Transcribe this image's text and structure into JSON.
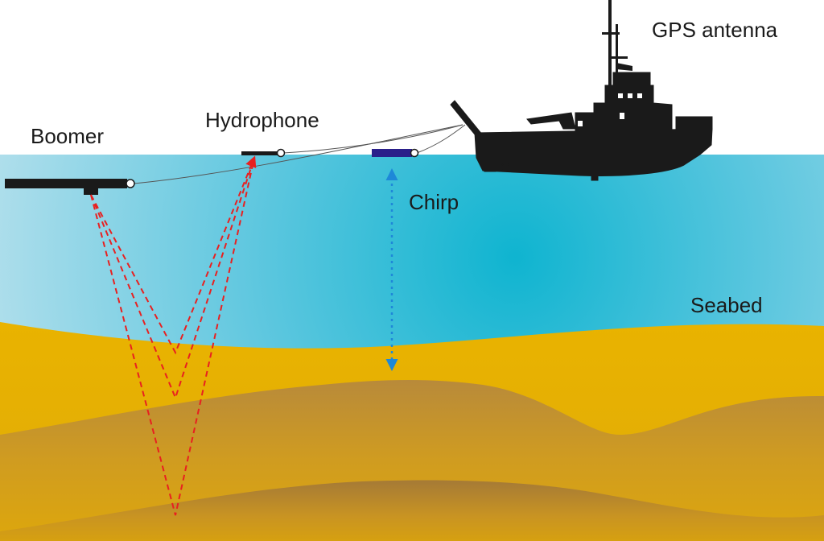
{
  "labels": {
    "boomer": "Boomer",
    "hydrophone": "Hydrophone",
    "gps_antenna": "GPS antenna",
    "chirp": "Chirp",
    "seabed": "Seabed"
  },
  "colors": {
    "sky": "#ffffff",
    "water_light": "#9fd6e6",
    "water_deep": "#13b6d2",
    "sediment_top": "#e6b000",
    "sediment_mid": "#c99a2a",
    "sediment_low": "#d9a30f",
    "sediment_deep": "#b8862a",
    "ship": "#1a1a1a",
    "boomer_rays": "#e82020",
    "chirp_arrow": "#1e88d8",
    "chirp_body": "#2a1f8a"
  }
}
